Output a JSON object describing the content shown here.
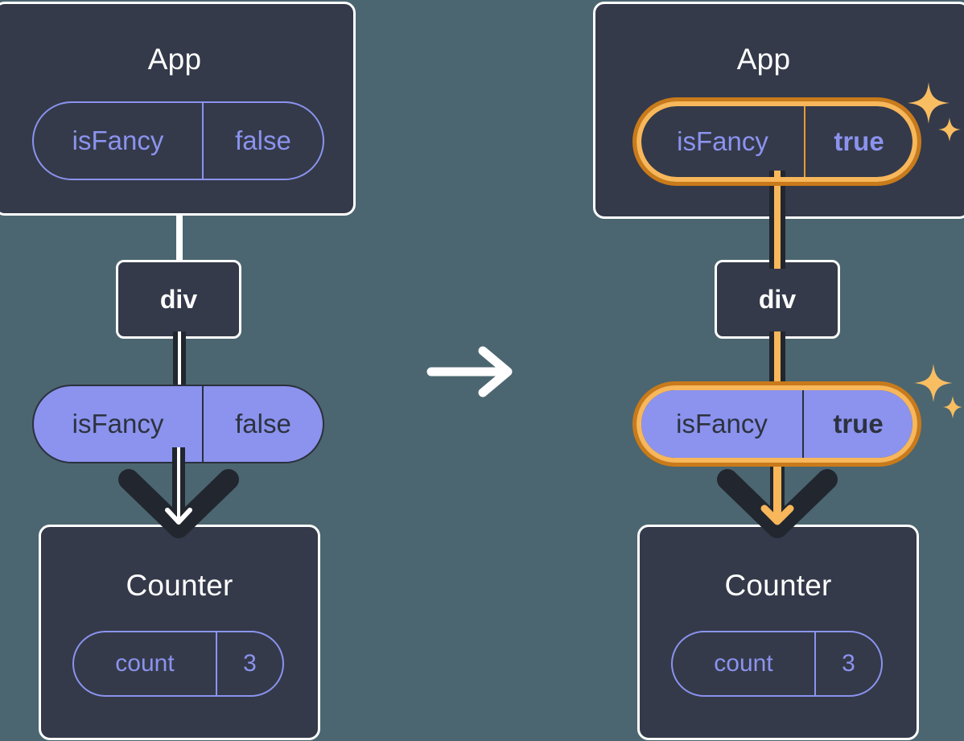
{
  "diagram": {
    "title": "React state propagation before and after isFancy changes",
    "background_color": "#4b6670",
    "box_fill": "#343a4a",
    "box_border": "#ffffff",
    "pill_purple": "#8b93ee",
    "highlight_outer": "#c97a1a",
    "highlight_inner": "#f7b75a",
    "transition_arrow": "→"
  },
  "panels": [
    {
      "id": "before",
      "app": {
        "title": "App",
        "pill": {
          "name": "isFancy",
          "value": "false",
          "highlighted": false,
          "style": "outline"
        }
      },
      "div": {
        "label": "div"
      },
      "prop_pill": {
        "name": "isFancy",
        "value": "false",
        "highlighted": false,
        "style": "solid"
      },
      "counter": {
        "title": "Counter",
        "pill": {
          "name": "count",
          "value": "3",
          "highlighted": false,
          "style": "outline"
        }
      }
    },
    {
      "id": "after",
      "app": {
        "title": "App",
        "pill": {
          "name": "isFancy",
          "value": "true",
          "highlighted": true,
          "style": "outline"
        }
      },
      "div": {
        "label": "div"
      },
      "prop_pill": {
        "name": "isFancy",
        "value": "true",
        "highlighted": true,
        "style": "solid"
      },
      "counter": {
        "title": "Counter",
        "pill": {
          "name": "count",
          "value": "3",
          "highlighted": false,
          "style": "outline"
        }
      }
    }
  ]
}
